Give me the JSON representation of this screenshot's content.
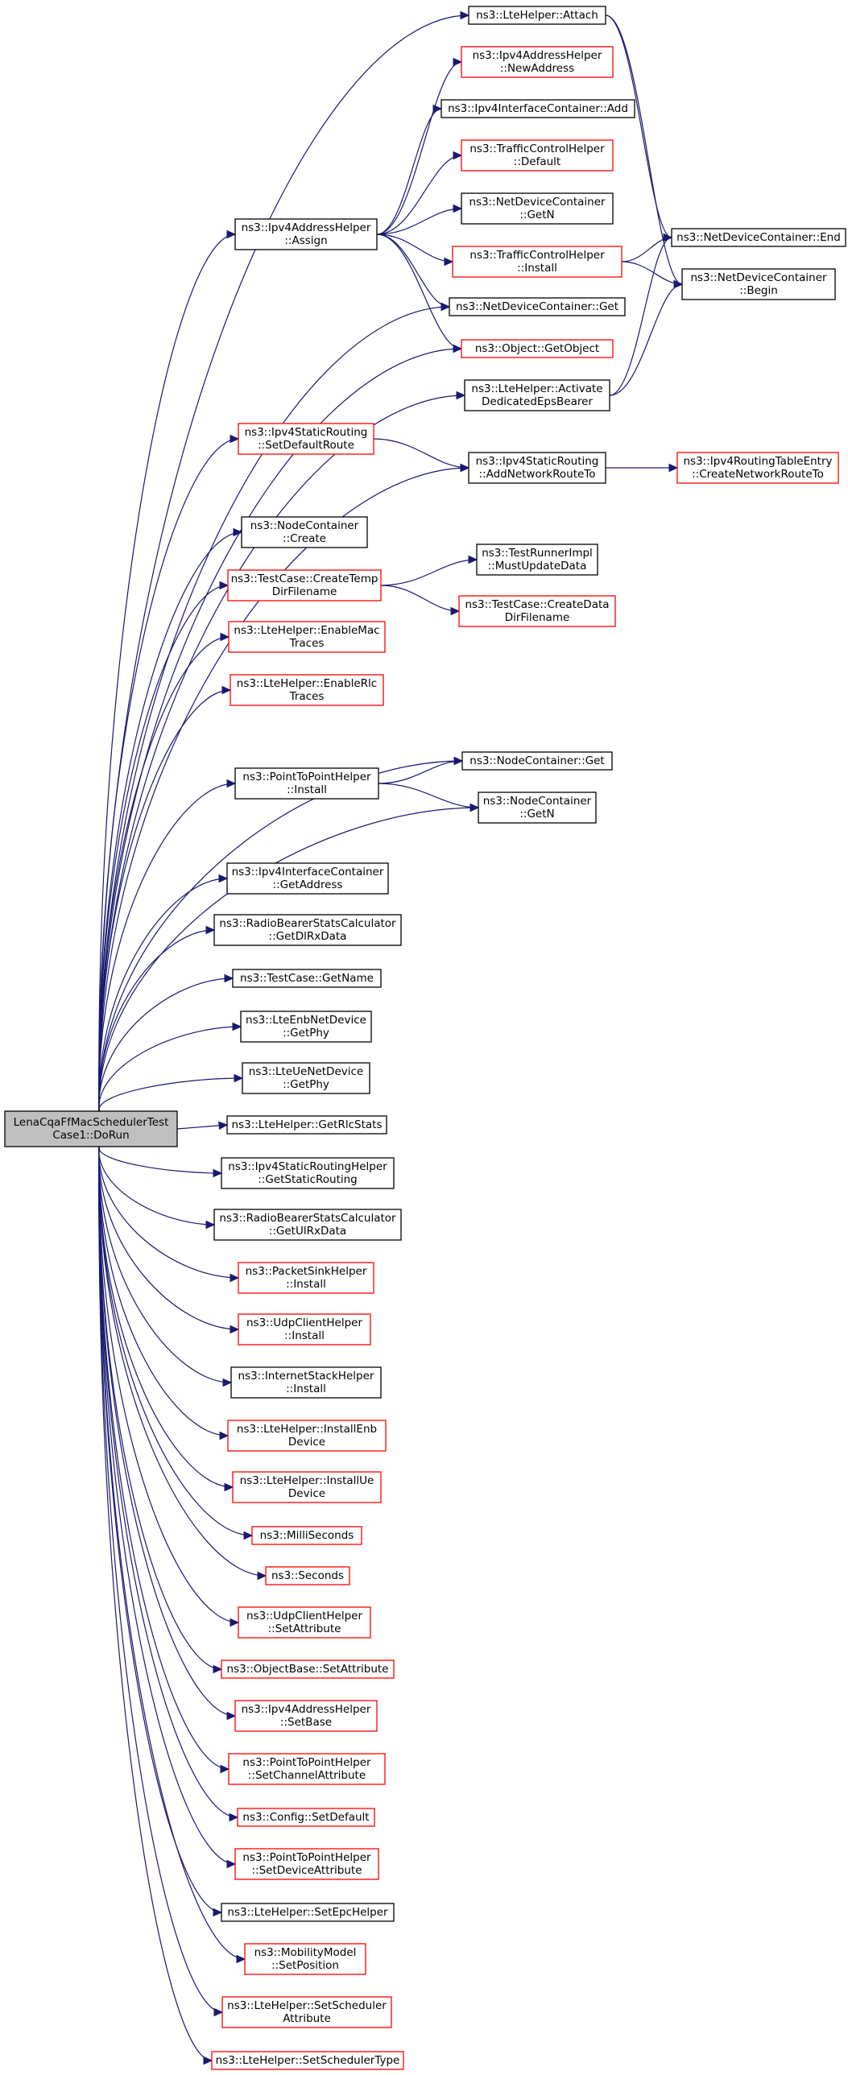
{
  "colors": {
    "edge": "#191970",
    "border_normal": "#000000",
    "border_truncated": "#ff0000",
    "root_fill": "#bfbfbf",
    "node_fill": "#ffffff"
  },
  "nodes": [
    {
      "id": "root",
      "lines": [
        "LenaCqaFfMacSchedulerTest",
        "Case1::DoRun"
      ],
      "kind": "root"
    },
    {
      "id": "lte-attach",
      "lines": [
        "ns3::LteHelper::Attach"
      ],
      "kind": "normal"
    },
    {
      "id": "ipv4-newaddress",
      "lines": [
        "ns3::Ipv4AddressHelper",
        "::NewAddress"
      ],
      "kind": "truncated"
    },
    {
      "id": "ipv4ic-add",
      "lines": [
        "ns3::Ipv4InterfaceContainer::Add"
      ],
      "kind": "normal"
    },
    {
      "id": "tch-default",
      "lines": [
        "ns3::TrafficControlHelper",
        "::Default"
      ],
      "kind": "truncated"
    },
    {
      "id": "ndc-getn",
      "lines": [
        "ns3::NetDeviceContainer",
        "::GetN"
      ],
      "kind": "normal"
    },
    {
      "id": "ipv4-assign",
      "lines": [
        "ns3::Ipv4AddressHelper",
        "::Assign"
      ],
      "kind": "normal"
    },
    {
      "id": "tch-install",
      "lines": [
        "ns3::TrafficControlHelper",
        "::Install"
      ],
      "kind": "truncated"
    },
    {
      "id": "ndc-end",
      "lines": [
        "ns3::NetDeviceContainer::End"
      ],
      "kind": "normal"
    },
    {
      "id": "ndc-begin",
      "lines": [
        "ns3::NetDeviceContainer",
        "::Begin"
      ],
      "kind": "normal"
    },
    {
      "id": "ndc-get",
      "lines": [
        "ns3::NetDeviceContainer::Get"
      ],
      "kind": "normal"
    },
    {
      "id": "obj-getobject",
      "lines": [
        "ns3::Object::GetObject"
      ],
      "kind": "truncated"
    },
    {
      "id": "lte-activate",
      "lines": [
        "ns3::LteHelper::Activate",
        "DedicatedEpsBearer"
      ],
      "kind": "normal"
    },
    {
      "id": "isr-setdefault",
      "lines": [
        "ns3::Ipv4StaticRouting",
        "::SetDefaultRoute"
      ],
      "kind": "truncated"
    },
    {
      "id": "isr-addnetwork",
      "lines": [
        "ns3::Ipv4StaticRouting",
        "::AddNetworkRouteTo"
      ],
      "kind": "normal"
    },
    {
      "id": "irte-create",
      "lines": [
        "ns3::Ipv4RoutingTableEntry",
        "::CreateNetworkRouteTo"
      ],
      "kind": "truncated"
    },
    {
      "id": "nc-create",
      "lines": [
        "ns3::NodeContainer",
        "::Create"
      ],
      "kind": "normal"
    },
    {
      "id": "tc-createtemp",
      "lines": [
        "ns3::TestCase::CreateTemp",
        "DirFilename"
      ],
      "kind": "truncated"
    },
    {
      "id": "tri-mustupdate",
      "lines": [
        "ns3::TestRunnerImpl",
        "::MustUpdateData"
      ],
      "kind": "normal"
    },
    {
      "id": "tc-createdata",
      "lines": [
        "ns3::TestCase::CreateData",
        "DirFilename"
      ],
      "kind": "truncated"
    },
    {
      "id": "lte-enablemac",
      "lines": [
        "ns3::LteHelper::EnableMac",
        "Traces"
      ],
      "kind": "truncated"
    },
    {
      "id": "lte-enablerlc",
      "lines": [
        "ns3::LteHelper::EnableRlc",
        "Traces"
      ],
      "kind": "truncated"
    },
    {
      "id": "nc-get",
      "lines": [
        "ns3::NodeContainer::Get"
      ],
      "kind": "normal"
    },
    {
      "id": "p2p-install",
      "lines": [
        "ns3::PointToPointHelper",
        "::Install"
      ],
      "kind": "normal"
    },
    {
      "id": "nc-getn",
      "lines": [
        "ns3::NodeContainer",
        "::GetN"
      ],
      "kind": "normal"
    },
    {
      "id": "ipv4ic-getaddress",
      "lines": [
        "ns3::Ipv4InterfaceContainer",
        "::GetAddress"
      ],
      "kind": "normal"
    },
    {
      "id": "rbsc-getdlrx",
      "lines": [
        "ns3::RadioBearerStatsCalculator",
        "::GetDlRxData"
      ],
      "kind": "normal"
    },
    {
      "id": "tc-getname",
      "lines": [
        "ns3::TestCase::GetName"
      ],
      "kind": "normal"
    },
    {
      "id": "enb-getphy",
      "lines": [
        "ns3::LteEnbNetDevice",
        "::GetPhy"
      ],
      "kind": "normal"
    },
    {
      "id": "ue-getphy",
      "lines": [
        "ns3::LteUeNetDevice",
        "::GetPhy"
      ],
      "kind": "normal"
    },
    {
      "id": "lte-getrlcstats",
      "lines": [
        "ns3::LteHelper::GetRlcStats"
      ],
      "kind": "normal"
    },
    {
      "id": "isrh-getstatic",
      "lines": [
        "ns3::Ipv4StaticRoutingHelper",
        "::GetStaticRouting"
      ],
      "kind": "normal"
    },
    {
      "id": "rbsc-getulrx",
      "lines": [
        "ns3::RadioBearerStatsCalculator",
        "::GetUlRxData"
      ],
      "kind": "normal"
    },
    {
      "id": "psh-install",
      "lines": [
        "ns3::PacketSinkHelper",
        "::Install"
      ],
      "kind": "truncated"
    },
    {
      "id": "uch-install",
      "lines": [
        "ns3::UdpClientHelper",
        "::Install"
      ],
      "kind": "truncated"
    },
    {
      "id": "ish-install",
      "lines": [
        "ns3::InternetStackHelper",
        "::Install"
      ],
      "kind": "normal"
    },
    {
      "id": "lte-installenb",
      "lines": [
        "ns3::LteHelper::InstallEnb",
        "Device"
      ],
      "kind": "truncated"
    },
    {
      "id": "lte-installue",
      "lines": [
        "ns3::LteHelper::InstallUe",
        "Device"
      ],
      "kind": "truncated"
    },
    {
      "id": "milliseconds",
      "lines": [
        "ns3::MilliSeconds"
      ],
      "kind": "truncated"
    },
    {
      "id": "seconds",
      "lines": [
        "ns3::Seconds"
      ],
      "kind": "truncated"
    },
    {
      "id": "uch-setattr",
      "lines": [
        "ns3::UdpClientHelper",
        "::SetAttribute"
      ],
      "kind": "truncated"
    },
    {
      "id": "ob-setattr",
      "lines": [
        "ns3::ObjectBase::SetAttribute"
      ],
      "kind": "truncated"
    },
    {
      "id": "ipv4-setbase",
      "lines": [
        "ns3::Ipv4AddressHelper",
        "::SetBase"
      ],
      "kind": "truncated"
    },
    {
      "id": "p2p-setchannel",
      "lines": [
        "ns3::PointToPointHelper",
        "::SetChannelAttribute"
      ],
      "kind": "truncated"
    },
    {
      "id": "config-setdefault",
      "lines": [
        "ns3::Config::SetDefault"
      ],
      "kind": "truncated"
    },
    {
      "id": "p2p-setdevice",
      "lines": [
        "ns3::PointToPointHelper",
        "::SetDeviceAttribute"
      ],
      "kind": "truncated"
    },
    {
      "id": "lte-setepc",
      "lines": [
        "ns3::LteHelper::SetEpcHelper"
      ],
      "kind": "normal"
    },
    {
      "id": "mm-setposition",
      "lines": [
        "ns3::MobilityModel",
        "::SetPosition"
      ],
      "kind": "truncated"
    },
    {
      "id": "lte-setschedattr",
      "lines": [
        "ns3::LteHelper::SetScheduler",
        "Attribute"
      ],
      "kind": "truncated"
    },
    {
      "id": "lte-setschedtype",
      "lines": [
        "ns3::LteHelper::SetSchedulerType"
      ],
      "kind": "truncated"
    }
  ],
  "edges": [
    [
      "root",
      "lte-attach"
    ],
    [
      "root",
      "ipv4-assign"
    ],
    [
      "root",
      "ndc-get"
    ],
    [
      "root",
      "obj-getobject"
    ],
    [
      "root",
      "lte-activate"
    ],
    [
      "root",
      "isr-setdefault"
    ],
    [
      "root",
      "isr-addnetwork"
    ],
    [
      "root",
      "nc-create"
    ],
    [
      "root",
      "tc-createtemp"
    ],
    [
      "root",
      "lte-enablemac"
    ],
    [
      "root",
      "lte-enablerlc"
    ],
    [
      "root",
      "nc-get"
    ],
    [
      "root",
      "p2p-install"
    ],
    [
      "root",
      "nc-getn"
    ],
    [
      "root",
      "ipv4ic-getaddress"
    ],
    [
      "root",
      "rbsc-getdlrx"
    ],
    [
      "root",
      "tc-getname"
    ],
    [
      "root",
      "enb-getphy"
    ],
    [
      "root",
      "ue-getphy"
    ],
    [
      "root",
      "lte-getrlcstats"
    ],
    [
      "root",
      "isrh-getstatic"
    ],
    [
      "root",
      "rbsc-getulrx"
    ],
    [
      "root",
      "psh-install"
    ],
    [
      "root",
      "uch-install"
    ],
    [
      "root",
      "ish-install"
    ],
    [
      "root",
      "lte-installenb"
    ],
    [
      "root",
      "lte-installue"
    ],
    [
      "root",
      "milliseconds"
    ],
    [
      "root",
      "seconds"
    ],
    [
      "root",
      "uch-setattr"
    ],
    [
      "root",
      "ob-setattr"
    ],
    [
      "root",
      "ipv4-setbase"
    ],
    [
      "root",
      "p2p-setchannel"
    ],
    [
      "root",
      "config-setdefault"
    ],
    [
      "root",
      "p2p-setdevice"
    ],
    [
      "root",
      "lte-setepc"
    ],
    [
      "root",
      "mm-setposition"
    ],
    [
      "root",
      "lte-setschedattr"
    ],
    [
      "root",
      "lte-setschedtype"
    ],
    [
      "lte-attach",
      "ndc-end"
    ],
    [
      "lte-attach",
      "ndc-begin"
    ],
    [
      "ipv4-assign",
      "ipv4-newaddress"
    ],
    [
      "ipv4-assign",
      "ipv4ic-add"
    ],
    [
      "ipv4-assign",
      "tch-default"
    ],
    [
      "ipv4-assign",
      "ndc-getn"
    ],
    [
      "ipv4-assign",
      "tch-install"
    ],
    [
      "ipv4-assign",
      "ndc-get"
    ],
    [
      "ipv4-assign",
      "obj-getobject"
    ],
    [
      "tch-install",
      "ndc-end"
    ],
    [
      "tch-install",
      "ndc-begin"
    ],
    [
      "lte-activate",
      "ndc-end"
    ],
    [
      "lte-activate",
      "ndc-begin"
    ],
    [
      "isr-setdefault",
      "isr-addnetwork"
    ],
    [
      "isr-addnetwork",
      "irte-create"
    ],
    [
      "tc-createtemp",
      "tri-mustupdate"
    ],
    [
      "tc-createtemp",
      "tc-createdata"
    ],
    [
      "p2p-install",
      "nc-get"
    ],
    [
      "p2p-install",
      "nc-getn"
    ]
  ]
}
